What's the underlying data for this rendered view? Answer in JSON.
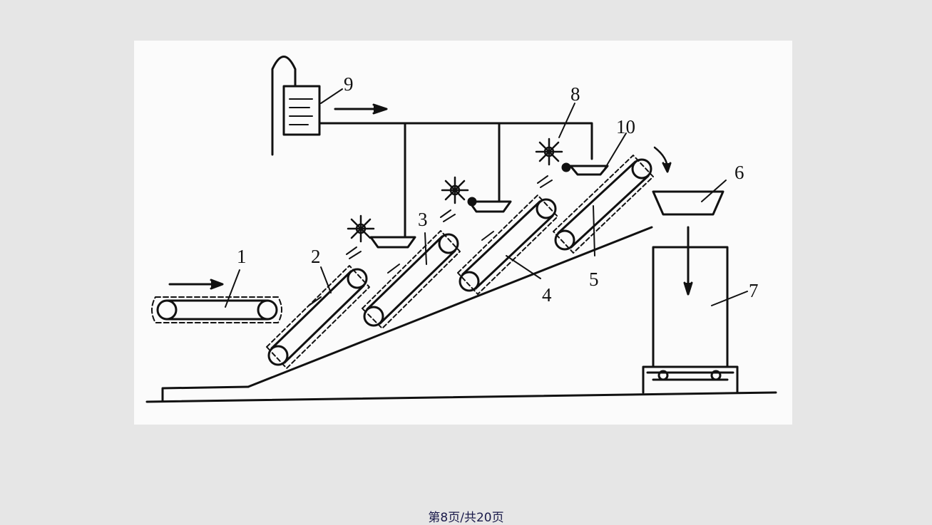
{
  "figure": {
    "callouts": [
      "1",
      "2",
      "3",
      "4",
      "5",
      "6",
      "7",
      "8",
      "9",
      "10"
    ]
  },
  "footer": {
    "prefix": "第",
    "current": "8",
    "middle": "页/共",
    "total": "20",
    "suffix": "页"
  }
}
